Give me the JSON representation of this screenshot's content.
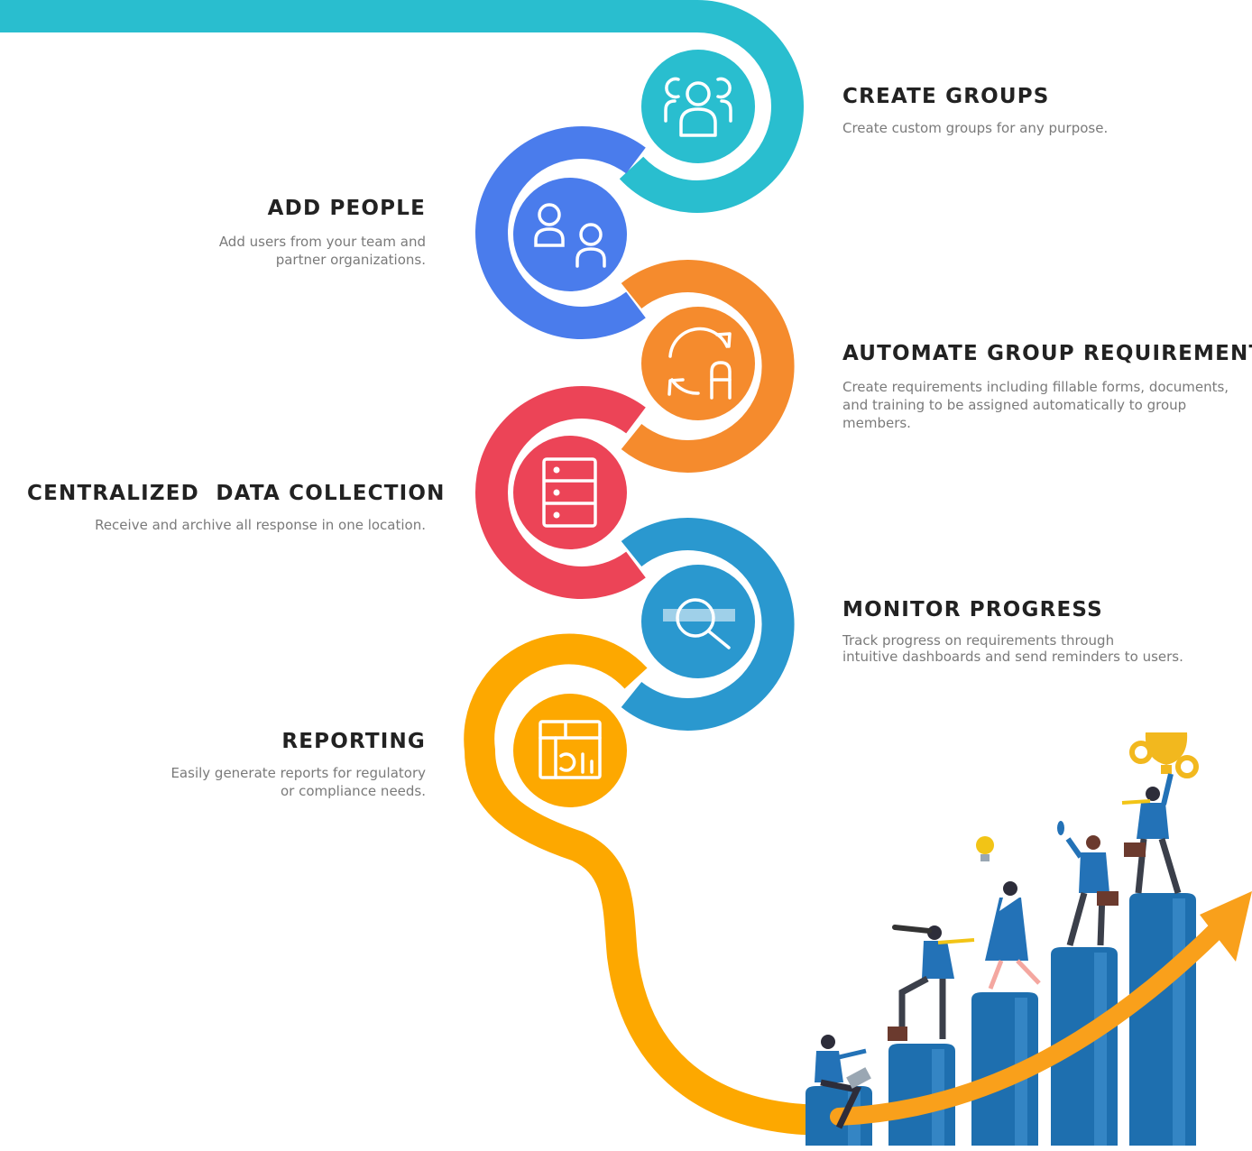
{
  "colors": {
    "teal": "#29BECF",
    "blue": "#4A7CEC",
    "orange": "#F58B2D",
    "red": "#EC4457",
    "steel_blue": "#2A98CF",
    "amber": "#FDA800",
    "bar_blue": "#1E6FAF",
    "title_text": "#222222",
    "desc_text": "#7a7a7a"
  },
  "steps": [
    {
      "title": "CREATE GROUPS",
      "icon": "users-group-icon",
      "color": "#29BECF",
      "desc": [
        "Create custom groups for any purpose."
      ]
    },
    {
      "title": "ADD PEOPLE",
      "icon": "add-people-icon",
      "color": "#4A7CEC",
      "desc": [
        "Add users from your team and",
        "partner organizations."
      ]
    },
    {
      "title": "AUTOMATE GROUP REQUIREMENTS",
      "icon": "automate-refresh-icon",
      "color": "#F58B2D",
      "desc": [
        "Create requirements including fillable forms, documents,",
        "and training to be assigned automatically to group",
        "members."
      ]
    },
    {
      "title": "CENTRALIZED  DATA COLLECTION",
      "icon": "database-server-icon",
      "color": "#EC4457",
      "desc": [
        "Receive and archive all response in one location."
      ]
    },
    {
      "title": "MONITOR PROGRESS",
      "icon": "search-magnifier-icon",
      "color": "#2A98CF",
      "desc": [
        "Track progress on requirements through",
        "intuitive dashboards and send reminders to users."
      ]
    },
    {
      "title": "REPORTING",
      "icon": "report-dashboard-icon",
      "color": "#FDA800",
      "desc": [
        "Easily generate reports for regulatory",
        "or compliance needs."
      ]
    }
  ],
  "illustration": {
    "icon": "growth-chart-people-illustration",
    "bar_levels": [
      1,
      2,
      3,
      4,
      5
    ]
  }
}
